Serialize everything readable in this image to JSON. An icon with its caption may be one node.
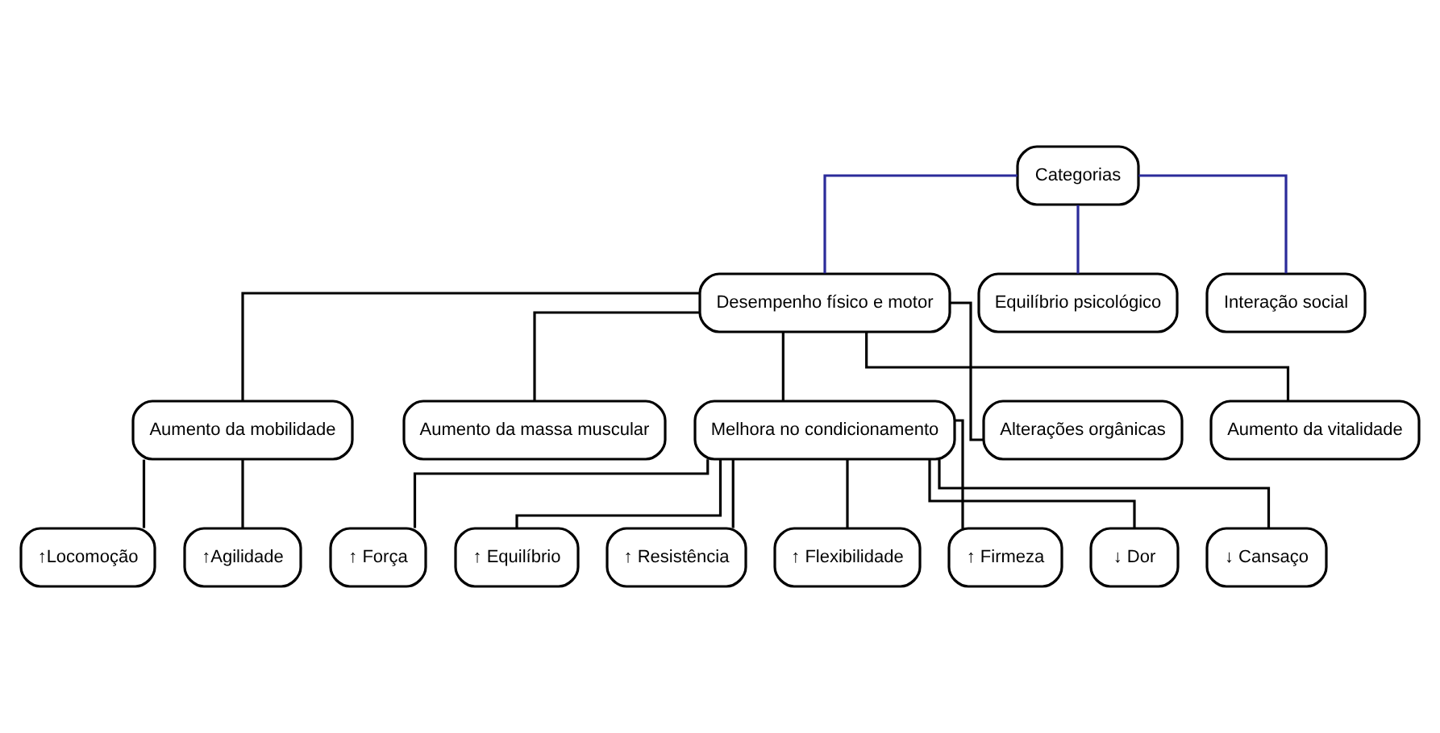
{
  "diagram": {
    "nodes": [
      {
        "text": [
          "Categorias"
        ]
      },
      {
        "text": [
          "Desempenho físico e motor"
        ]
      },
      {
        "text": [
          "Equilíbrio psicológico"
        ]
      },
      {
        "text": [
          "Interação social"
        ]
      },
      {
        "text": [
          "Aumento da mobilidade"
        ]
      },
      {
        "text": [
          "Aumento da massa muscular"
        ]
      },
      {
        "text": [
          "Melhora no condicionamento"
        ]
      },
      {
        "text": [
          "Alterações orgânicas"
        ]
      },
      {
        "text": [
          "Aumento da vitalidade"
        ]
      },
      {
        "text": [
          "↑Locomoção"
        ]
      },
      {
        "text": [
          "↑Agilidade"
        ]
      },
      {
        "text": [
          "↑ Força"
        ]
      },
      {
        "text": [
          "↑ Equilíbrio"
        ]
      },
      {
        "text": [
          "↑ Resistência"
        ]
      },
      {
        "text": [
          "↑ Flexibilidade"
        ]
      },
      {
        "text": [
          "↑ Firmeza"
        ]
      },
      {
        "text": [
          "↓ Dor"
        ]
      },
      {
        "text": [
          "↓ Cansaço"
        ]
      }
    ],
    "edges": [
      {
        "from": 0,
        "to": 1,
        "arrow": "none",
        "color": "#2b2b9a"
      },
      {
        "from": 0,
        "to": 2,
        "arrow": "none",
        "color": "#2b2b9a"
      },
      {
        "from": 0,
        "to": 3,
        "arrow": "none",
        "color": "#2b2b9a"
      },
      {
        "from": 1,
        "to": 4,
        "arrow": "none"
      },
      {
        "from": 1,
        "to": 5,
        "arrow": "none"
      },
      {
        "from": 1,
        "to": 6,
        "arrow": "none"
      },
      {
        "from": 1,
        "to": 7,
        "arrow": "none"
      },
      {
        "from": 1,
        "to": 8,
        "arrow": "none"
      },
      {
        "from": 4,
        "to": 9,
        "arrow": "none"
      },
      {
        "from": 4,
        "to": 10,
        "arrow": "none"
      },
      {
        "from": 6,
        "to": 11,
        "arrow": "none"
      },
      {
        "from": 6,
        "to": 12,
        "arrow": "none"
      },
      {
        "from": 6,
        "to": 13,
        "arrow": "none"
      },
      {
        "from": 6,
        "to": 14,
        "arrow": "none"
      },
      {
        "from": 6,
        "to": 15,
        "arrow": "none"
      },
      {
        "from": 6,
        "to": 16,
        "arrow": "none"
      },
      {
        "from": 6,
        "to": 17,
        "arrow": "none"
      }
    ]
  }
}
